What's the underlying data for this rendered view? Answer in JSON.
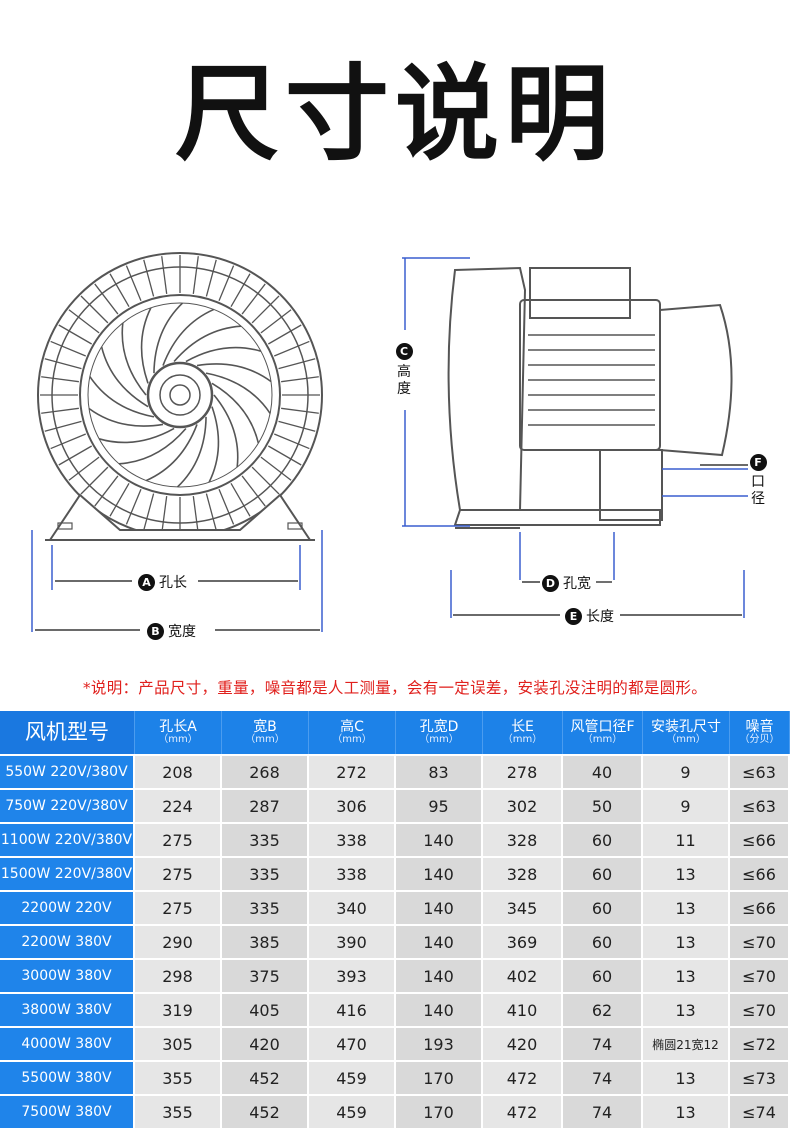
{
  "title": "尺寸说明",
  "diagram": {
    "label_a": "孔长",
    "badge_a": "A",
    "label_b": "宽度",
    "badge_b": "B",
    "label_c": "高度",
    "badge_c": "C",
    "label_d": "孔宽",
    "badge_d": "D",
    "label_e": "长度",
    "badge_e": "E",
    "label_f": "口径",
    "badge_f": "F"
  },
  "note": "*说明：产品尺寸，重量，噪音都是人工测量，会有一定误差，安装孔没注明的都是圆形。",
  "table": {
    "headers": [
      {
        "name": "风机型号",
        "unit": ""
      },
      {
        "name": "孔长A",
        "unit": "（mm）"
      },
      {
        "name": "宽B",
        "unit": "（mm）"
      },
      {
        "name": "高C",
        "unit": "（mm）"
      },
      {
        "name": "孔宽D",
        "unit": "（mm）"
      },
      {
        "name": "长E",
        "unit": "（mm）"
      },
      {
        "name": "风管口径F",
        "unit": "（mm）"
      },
      {
        "name": "安装孔尺寸",
        "unit": "（mm）"
      },
      {
        "name": "噪音",
        "unit": "（分贝）"
      }
    ],
    "rows": [
      [
        "550W 220V/380V",
        "208",
        "268",
        "272",
        "83",
        "278",
        "40",
        "9",
        "≤63"
      ],
      [
        "750W 220V/380V",
        "224",
        "287",
        "306",
        "95",
        "302",
        "50",
        "9",
        "≤63"
      ],
      [
        "1100W 220V/380V",
        "275",
        "335",
        "338",
        "140",
        "328",
        "60",
        "11",
        "≤66"
      ],
      [
        "1500W 220V/380V",
        "275",
        "335",
        "338",
        "140",
        "328",
        "60",
        "13",
        "≤66"
      ],
      [
        "2200W 220V",
        "275",
        "335",
        "340",
        "140",
        "345",
        "60",
        "13",
        "≤66"
      ],
      [
        "2200W 380V",
        "290",
        "385",
        "390",
        "140",
        "369",
        "60",
        "13",
        "≤70"
      ],
      [
        "3000W 380V",
        "298",
        "375",
        "393",
        "140",
        "402",
        "60",
        "13",
        "≤70"
      ],
      [
        "3800W 380V",
        "319",
        "405",
        "416",
        "140",
        "410",
        "62",
        "13",
        "≤70"
      ],
      [
        "4000W 380V",
        "305",
        "420",
        "470",
        "193",
        "420",
        "74",
        "椭圆21宽12",
        "≤72"
      ],
      [
        "5500W 380V",
        "355",
        "452",
        "459",
        "170",
        "472",
        "74",
        "13",
        "≤73"
      ],
      [
        "7500W 380V",
        "355",
        "452",
        "459",
        "170",
        "472",
        "74",
        "13",
        "≤74"
      ]
    ]
  }
}
